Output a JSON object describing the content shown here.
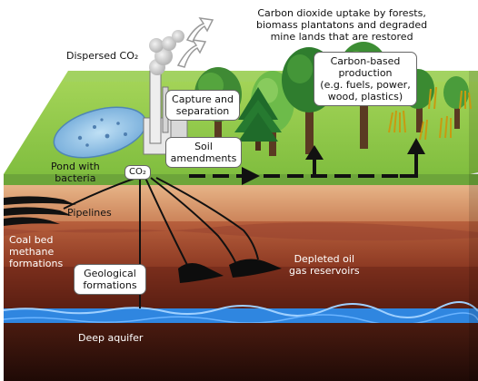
{
  "labels": {
    "uptake": [
      "Carbon dioxide uptake by forests,",
      "biomass plantatons and degraded",
      "mine lands that are restored"
    ],
    "dispersed": "Dispersed CO₂",
    "pond": [
      "Pond with",
      "bacteria"
    ],
    "co2_tag": "CO₂",
    "pipelines": "Pipelines",
    "coal_bed": [
      "Coal bed",
      "methane",
      "formations"
    ],
    "depleted": [
      "Depleted oil",
      "gas reservoirs"
    ],
    "aquifer": "Deep aquifer"
  },
  "boxes": {
    "capture": [
      "Capture and",
      "separation"
    ],
    "soil": [
      "Soil",
      "amendments"
    ],
    "production": [
      "Carbon-based",
      "production",
      "(e.g. fuels, power,",
      "wood, plastics)"
    ],
    "geological": [
      "Geological",
      "formations"
    ]
  },
  "colors": {
    "grass_top": "#8cc63f",
    "grass_side": "#6da53a",
    "soil": "#d99a6c",
    "clay": "#b35a3a",
    "deep_rock": "#7a2e1c",
    "aquifer": "#2a7bd6",
    "bedrock": "#2a0f0a",
    "tree_dark": "#2f7d2e",
    "tree_light": "#5fb043"
  }
}
